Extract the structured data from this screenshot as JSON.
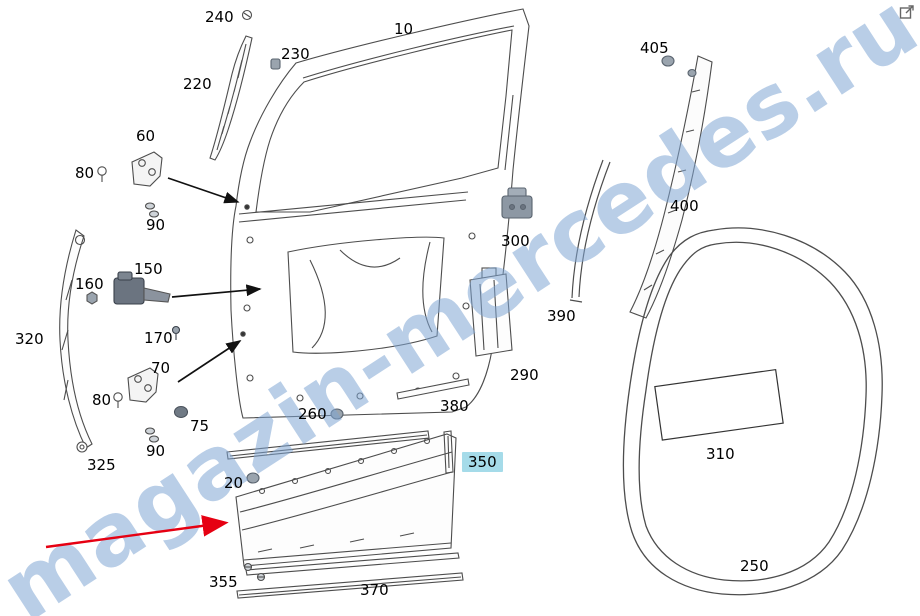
{
  "watermark_text": "magazin-mercedes.ru",
  "colors": {
    "highlight": "#a5dbe9",
    "pointer_arrow": "#e60012",
    "watermark": "#7fa6d4",
    "line": "#4d4d4d"
  },
  "icons": {
    "top_right": "open-in-new-window-icon"
  },
  "labels": {
    "l10": "10",
    "l20": "20",
    "l60": "60",
    "l70": "70",
    "l75": "75",
    "l80a": "80",
    "l80b": "80",
    "l90a": "90",
    "l90b": "90",
    "l150": "150",
    "l160": "160",
    "l170": "170",
    "l220": "220",
    "l230": "230",
    "l240": "240",
    "l250": "250",
    "l260": "260",
    "l290": "290",
    "l300": "300",
    "l310": "310",
    "l320": "320",
    "l325": "325",
    "l350": "350",
    "l355": "355",
    "l370": "370",
    "l380": "380",
    "l390": "390",
    "l400": "400",
    "l405": "405"
  }
}
